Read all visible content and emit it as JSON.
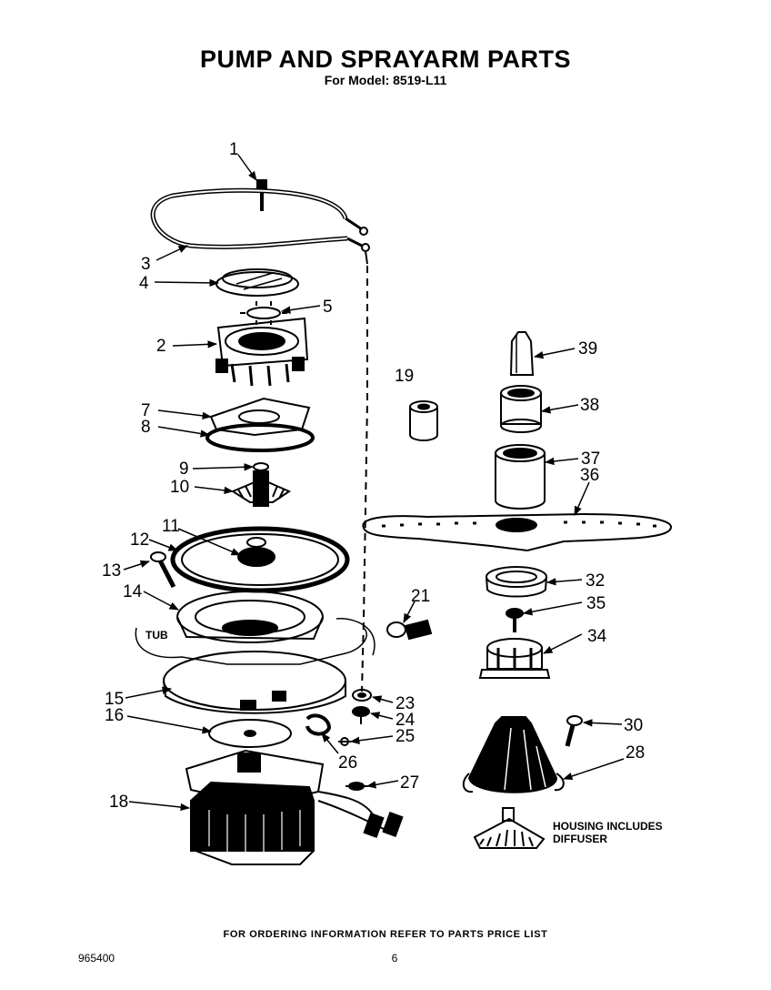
{
  "header": {
    "title": "PUMP AND SPRAYARM PARTS",
    "subtitle": "For Model: 8519-L11"
  },
  "callouts": [
    {
      "key": "c1",
      "label": "1"
    },
    {
      "key": "c2",
      "label": "2"
    },
    {
      "key": "c3",
      "label": "3"
    },
    {
      "key": "c4",
      "label": "4"
    },
    {
      "key": "c5",
      "label": "5"
    },
    {
      "key": "c7",
      "label": "7"
    },
    {
      "key": "c8",
      "label": "8"
    },
    {
      "key": "c9",
      "label": "9"
    },
    {
      "key": "c10",
      "label": "10"
    },
    {
      "key": "c11",
      "label": "11"
    },
    {
      "key": "c12",
      "label": "12"
    },
    {
      "key": "c13",
      "label": "13"
    },
    {
      "key": "c14",
      "label": "14"
    },
    {
      "key": "c15",
      "label": "15"
    },
    {
      "key": "c16",
      "label": "16"
    },
    {
      "key": "c18",
      "label": "18"
    },
    {
      "key": "c19",
      "label": "19"
    },
    {
      "key": "c21",
      "label": "21"
    },
    {
      "key": "c23",
      "label": "23"
    },
    {
      "key": "c24",
      "label": "24"
    },
    {
      "key": "c25",
      "label": "25"
    },
    {
      "key": "c26",
      "label": "26"
    },
    {
      "key": "c27",
      "label": "27"
    },
    {
      "key": "c28",
      "label": "28"
    },
    {
      "key": "c30",
      "label": "30"
    },
    {
      "key": "c32",
      "label": "32"
    },
    {
      "key": "c34",
      "label": "34"
    },
    {
      "key": "c35",
      "label": "35"
    },
    {
      "key": "c36",
      "label": "36"
    },
    {
      "key": "c37",
      "label": "37"
    },
    {
      "key": "c38",
      "label": "38"
    },
    {
      "key": "c39",
      "label": "39"
    }
  ],
  "labels": {
    "tub": "TUB",
    "housing_line1": "HOUSING INCLUDES",
    "housing_line2": "DIFFUSER"
  },
  "footer": {
    "ordering": "FOR ORDERING INFORMATION REFER TO PARTS PRICE LIST",
    "doc_number": "965400",
    "page": "6"
  }
}
